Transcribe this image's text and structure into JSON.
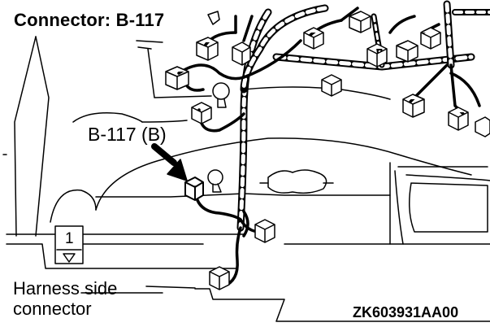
{
  "title": "Connector: B-117",
  "callout_label": "B-117 (B)",
  "harness_line1": "Harness side",
  "harness_line2": "connector",
  "pin_number": "1",
  "figure_code": "ZK603931AA00",
  "icons": [
    "arrow-icon",
    "connector-icon",
    "pin-triangle-icon"
  ],
  "colors": {
    "line": "#000000",
    "background": "#ffffff"
  }
}
